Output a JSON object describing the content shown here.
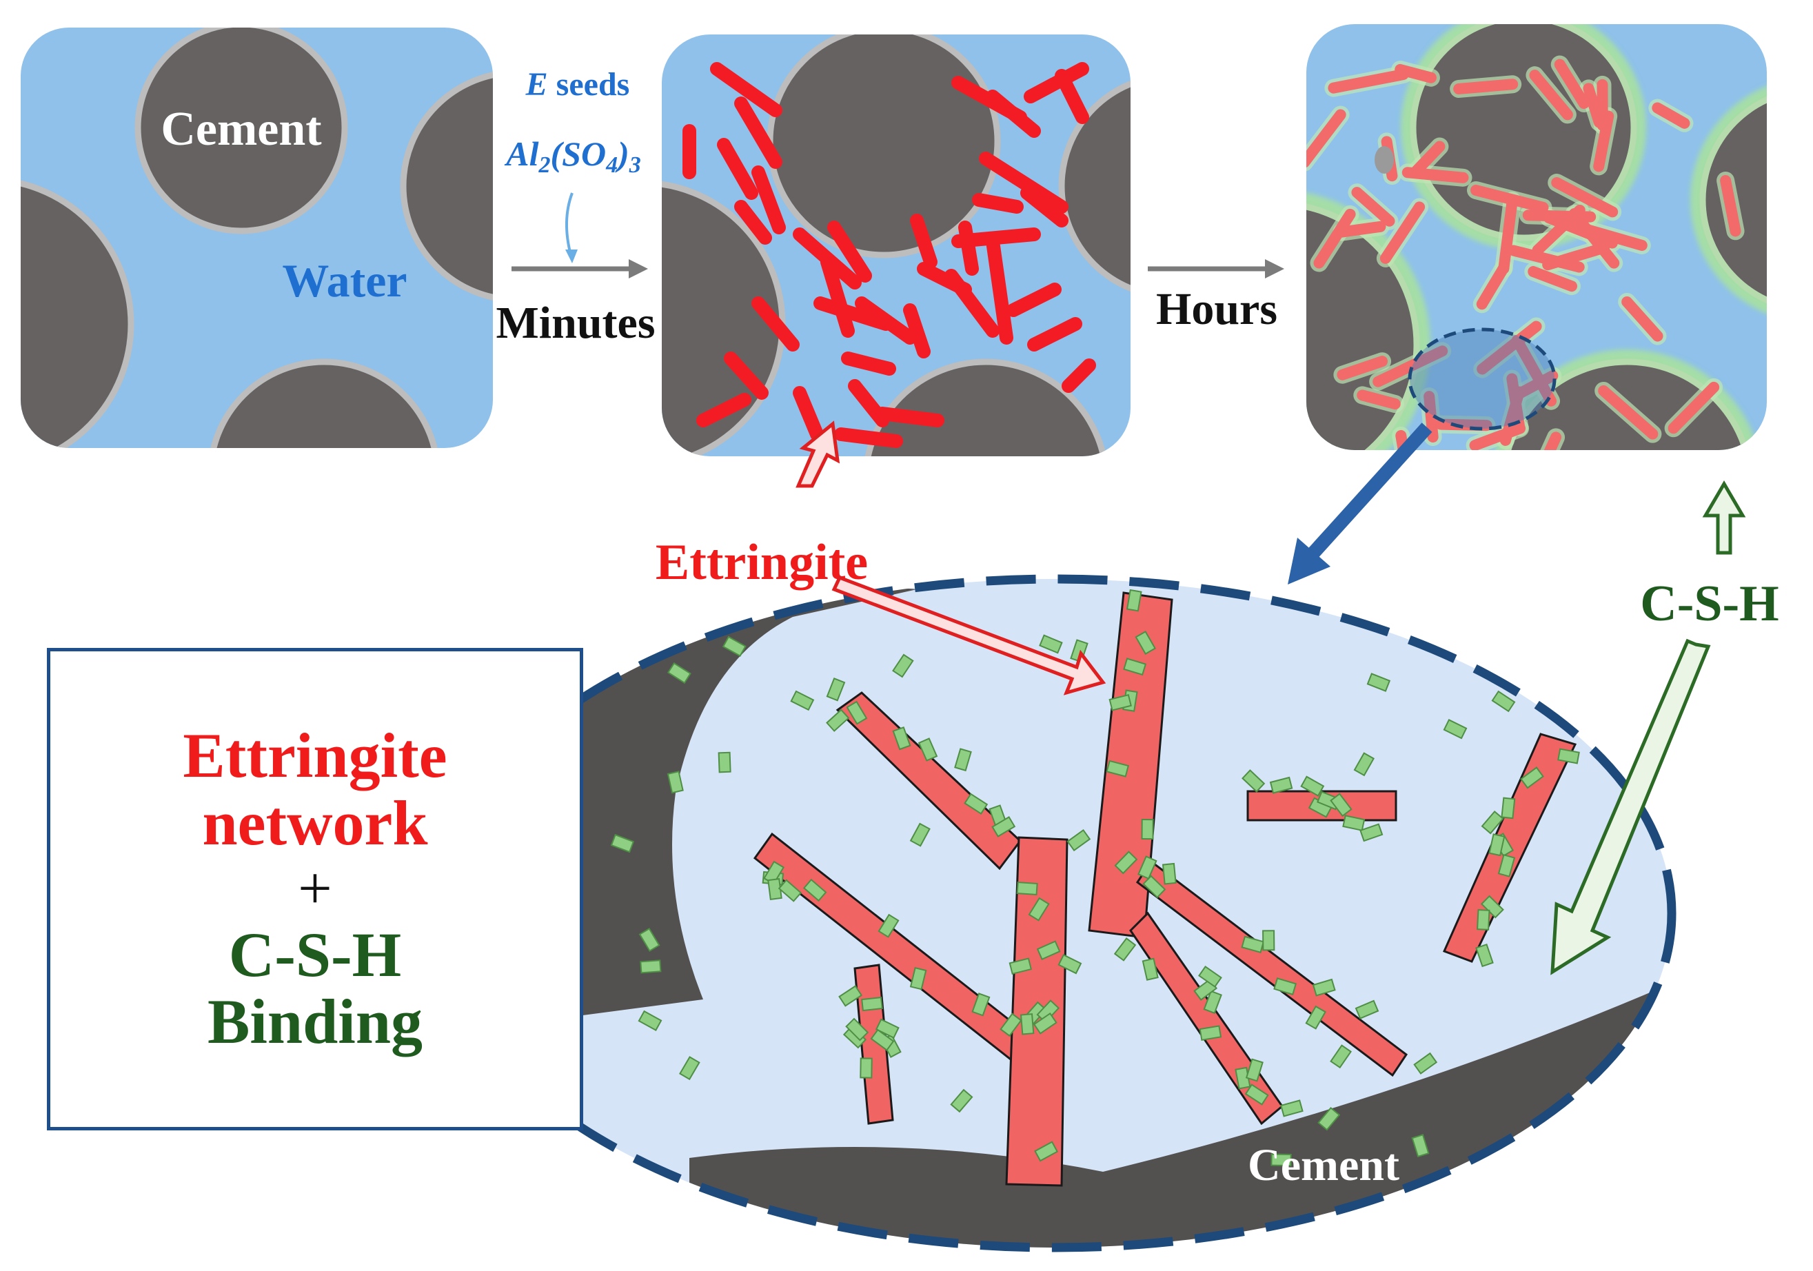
{
  "labels": {
    "cement_top": "Cement",
    "water": "Water",
    "seeds_e": "E",
    "seeds_word": "seeds",
    "al_part1": "Al",
    "al_sub1": "2",
    "al_part2": "(SO",
    "al_sub2": "4",
    "al_part3": ")",
    "al_sub3": "3",
    "minutes": "Minutes",
    "hours": "Hours",
    "ettringite_arrow": "Ettringite",
    "csh_arrow": "C-S-H",
    "cement_zoom": "Cement"
  },
  "legend": {
    "line1": "Ettringite",
    "line2": "network",
    "plus": "+",
    "line3": "C-S-H",
    "line4": "Binding"
  },
  "colors": {
    "water": "#8fc1ea",
    "cement": "#666262",
    "cement_rim": "#bdbdbd",
    "ettringite": "#f41c24",
    "ettringite_light": "#f26a6a",
    "csh": "#8fcf84",
    "zoom_fill": "#d6e4f7",
    "zoom_border": "#1d4a7a",
    "text_blue": "#1f6fd0",
    "text_red": "#f01c1c",
    "text_green": "#1f5a1f"
  }
}
